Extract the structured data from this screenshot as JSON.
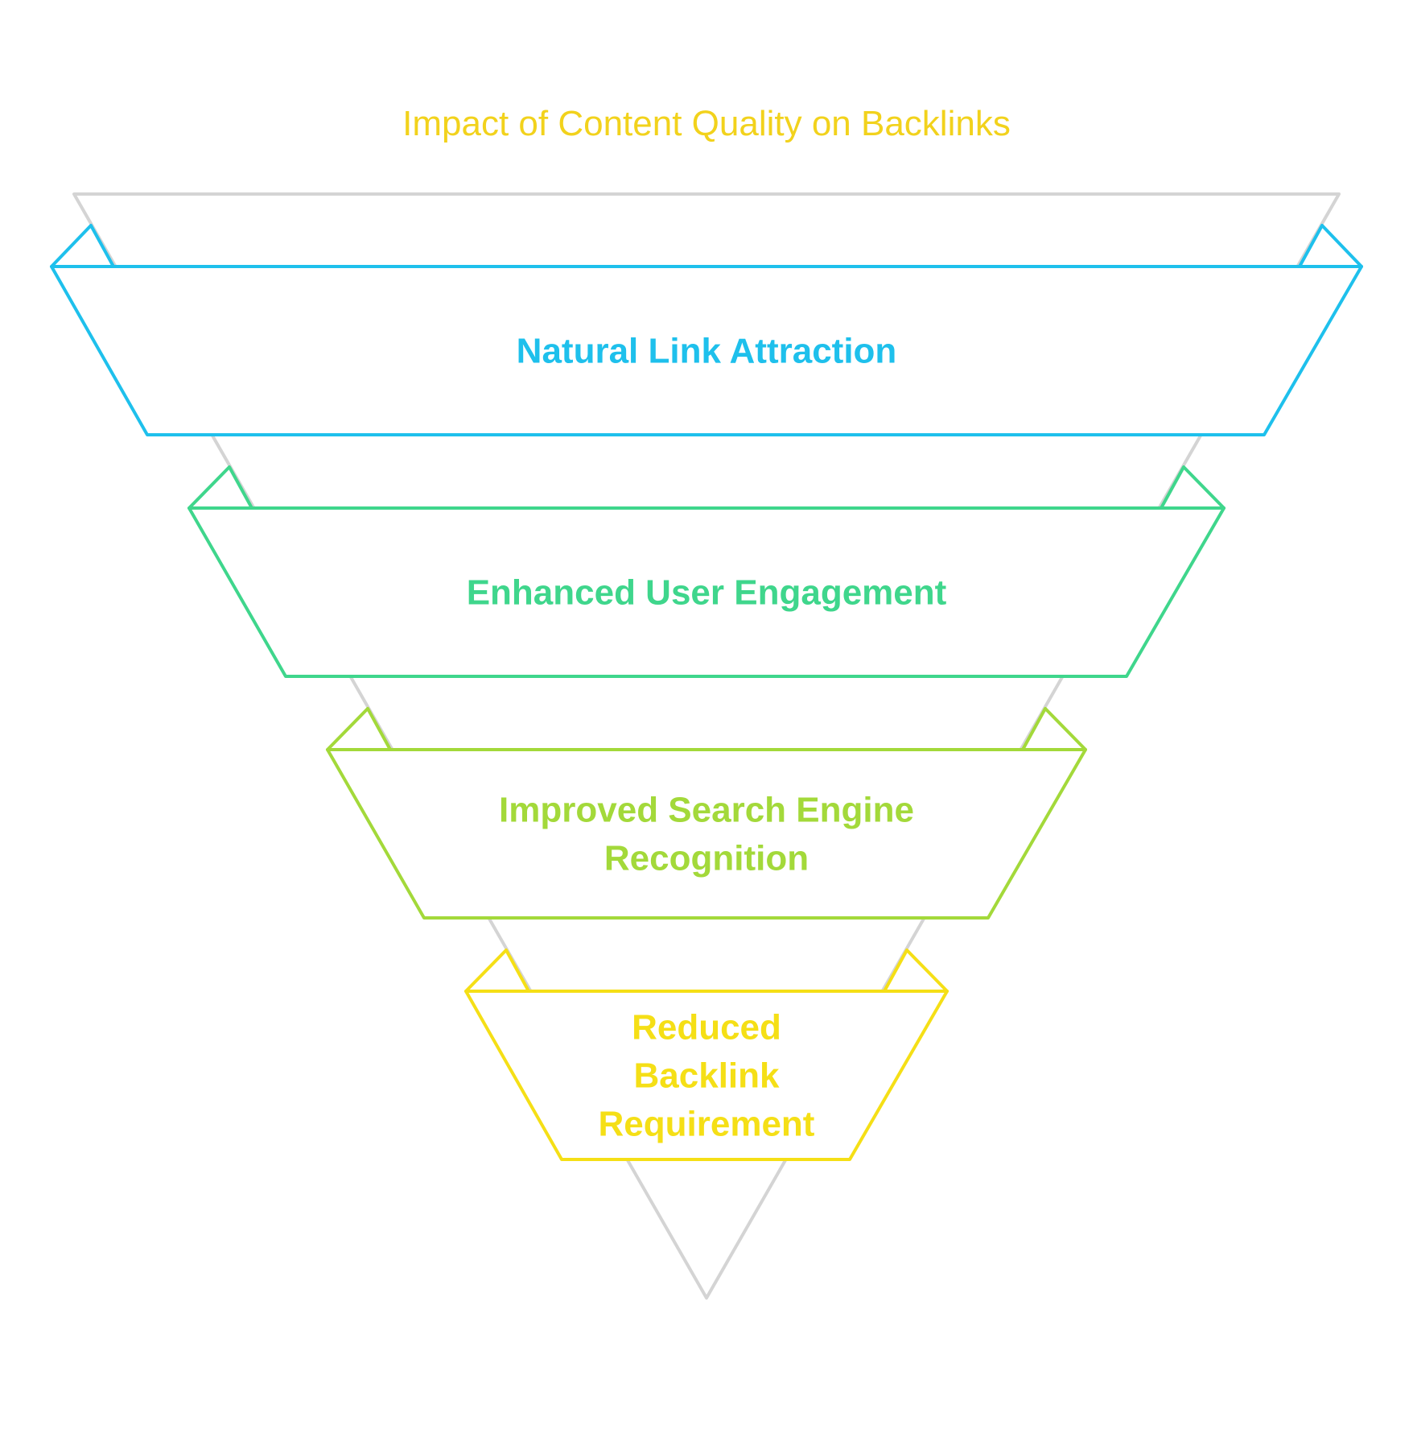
{
  "title": "Impact of Content Quality on Backlinks",
  "colors": {
    "title": "#f2d21c",
    "outline": "#d4d4d4",
    "background": "#ffffff"
  },
  "stages": [
    {
      "lines": [
        "Natural Link Attraction"
      ],
      "color": "#1ec0ec"
    },
    {
      "lines": [
        "Enhanced User Engagement"
      ],
      "color": "#3fd68c"
    },
    {
      "lines": [
        "Improved Search Engine",
        "Recognition"
      ],
      "color": "#a3d93a"
    },
    {
      "lines": [
        "Reduced",
        "Backlink",
        "Requirement"
      ],
      "color": "#f5df16"
    }
  ]
}
